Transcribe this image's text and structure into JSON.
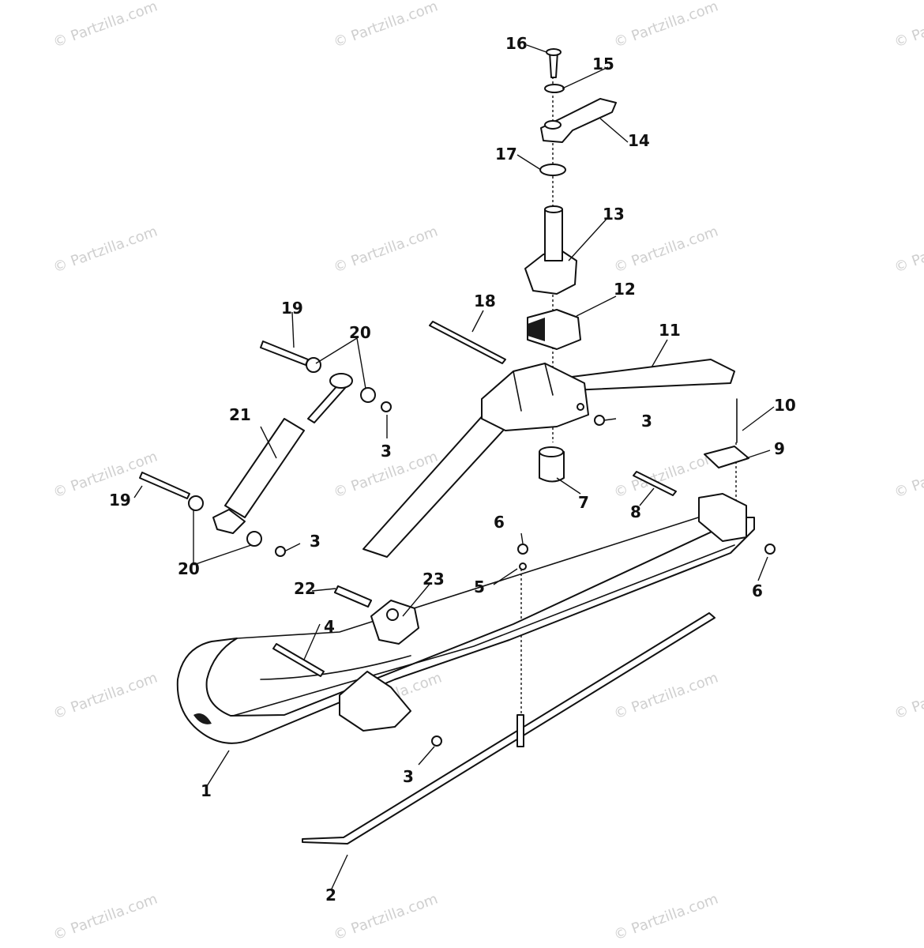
{
  "watermark": "© Partzilla.com",
  "callouts": {
    "c1": "1",
    "c2": "2",
    "c3a": "3",
    "c3b": "3",
    "c3c": "3",
    "c3d": "3",
    "c4": "4",
    "c5": "5",
    "c6a": "6",
    "c6b": "6",
    "c7": "7",
    "c8": "8",
    "c9": "9",
    "c10": "10",
    "c11": "11",
    "c12": "12",
    "c13": "13",
    "c14": "14",
    "c15": "15",
    "c16": "16",
    "c17": "17",
    "c18": "18",
    "c19a": "19",
    "c19b": "19",
    "c20a": "20",
    "c20b": "20",
    "c21": "21",
    "c22": "22",
    "c23": "23"
  }
}
